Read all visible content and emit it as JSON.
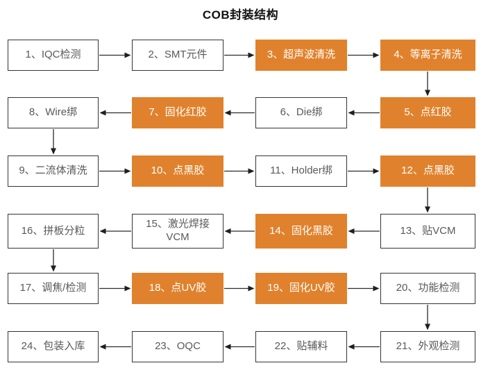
{
  "title": "COB封装结构",
  "colors": {
    "accent_orange": "#e0822d",
    "box_border": "#333333",
    "box_text_gray": "#595959",
    "arrow": "#1f1f1f"
  },
  "flow": {
    "nodes": [
      {
        "id": 1,
        "label": "1、IQC检测",
        "style": "white"
      },
      {
        "id": 2,
        "label": "2、SMT元件",
        "style": "white"
      },
      {
        "id": 3,
        "label": "3、超声波清洗",
        "style": "orange"
      },
      {
        "id": 4,
        "label": "4、等离子清洗",
        "style": "orange"
      },
      {
        "id": 5,
        "label": "5、点红胶",
        "style": "orange"
      },
      {
        "id": 6,
        "label": "6、Die绑",
        "style": "white"
      },
      {
        "id": 7,
        "label": "7、固化红胶",
        "style": "orange"
      },
      {
        "id": 8,
        "label": "8、Wire绑",
        "style": "white"
      },
      {
        "id": 9,
        "label": "9、二流体清洗",
        "style": "white"
      },
      {
        "id": 10,
        "label": "10、点黑胶",
        "style": "orange"
      },
      {
        "id": 11,
        "label": "11、Holder绑",
        "style": "white"
      },
      {
        "id": 12,
        "label": "12、点黑胶",
        "style": "orange"
      },
      {
        "id": 13,
        "label": "13、贴VCM",
        "style": "white"
      },
      {
        "id": 14,
        "label": "14、固化黑胶",
        "style": "orange"
      },
      {
        "id": 15,
        "label": "15、激光焊接VCM",
        "style": "white"
      },
      {
        "id": 16,
        "label": "16、拼板分粒",
        "style": "white"
      },
      {
        "id": 17,
        "label": "17、调焦/检测",
        "style": "white"
      },
      {
        "id": 18,
        "label": "18、点UV胶",
        "style": "orange"
      },
      {
        "id": 19,
        "label": "19、固化UV胶",
        "style": "orange"
      },
      {
        "id": 20,
        "label": "20、功能检测",
        "style": "white"
      },
      {
        "id": 21,
        "label": "21、外观检测",
        "style": "white"
      },
      {
        "id": 22,
        "label": "22、贴辅料",
        "style": "white"
      },
      {
        "id": 23,
        "label": "23、OQC",
        "style": "white"
      },
      {
        "id": 24,
        "label": "24、包装入库",
        "style": "white"
      }
    ],
    "edges": [
      "1→2",
      "2→3",
      "3→4",
      "4→5",
      "5→6",
      "6→7",
      "7→8",
      "8→9",
      "9→10",
      "10→11",
      "11→12",
      "12→13",
      "13→14",
      "14→15",
      "15→16",
      "16→17",
      "17→18",
      "18→19",
      "19→20",
      "20→21",
      "21→22",
      "22→23",
      "23→24"
    ]
  }
}
